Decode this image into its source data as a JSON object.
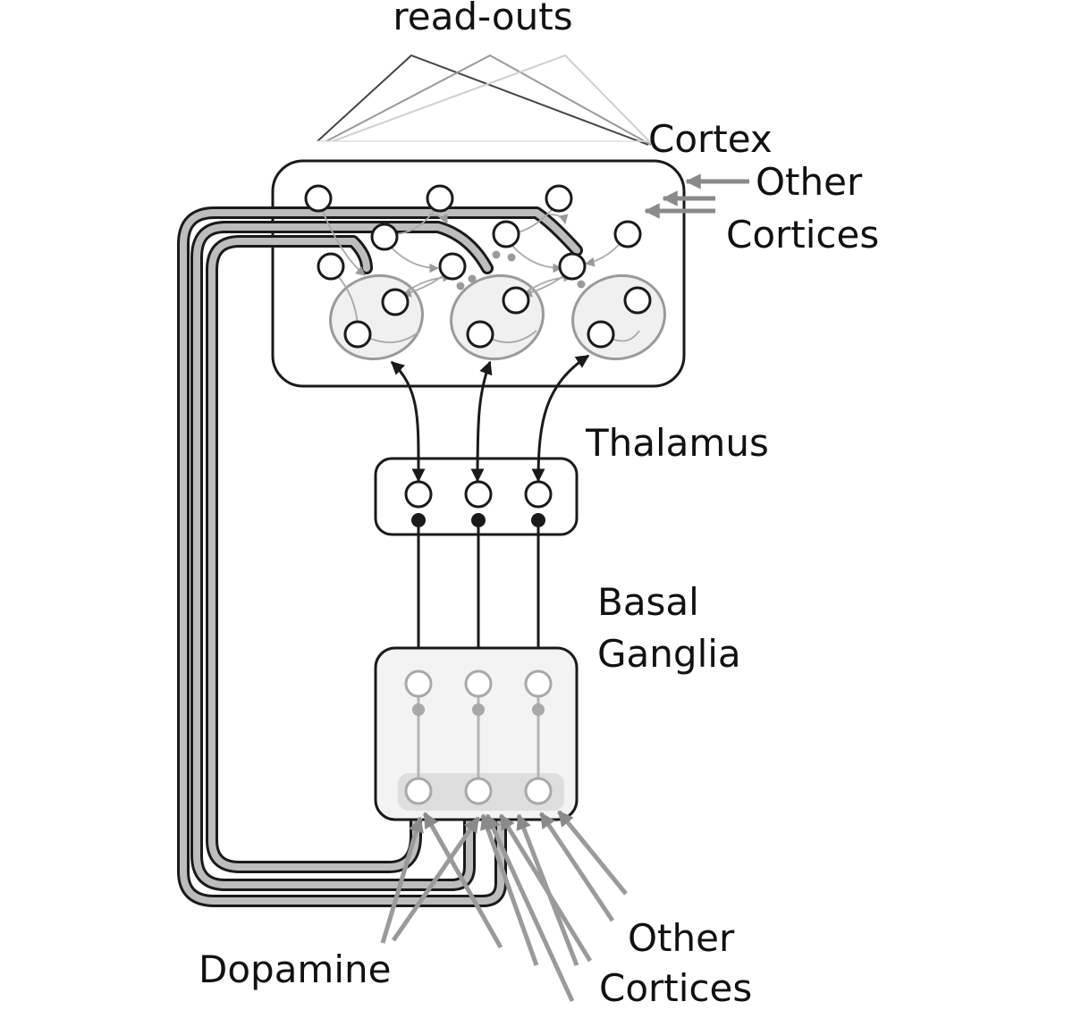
{
  "labels": {
    "readouts": "read-outs",
    "cortex": "Cortex",
    "other_cortices_top_1": "Other",
    "other_cortices_top_2": "Cortices",
    "thalamus": "Thalamus",
    "basal_ganglia_1": "Basal",
    "basal_ganglia_2": "Ganglia",
    "other_cortices_bottom_1": "Other",
    "other_cortices_bottom_2": "Cortices",
    "dopamine": "Dopamine"
  },
  "colors": {
    "line": "#1a1a1a",
    "gray": "#8a8a8a",
    "light_gray": "#bdbdbd",
    "bg_gray": "#f1f1f1"
  }
}
